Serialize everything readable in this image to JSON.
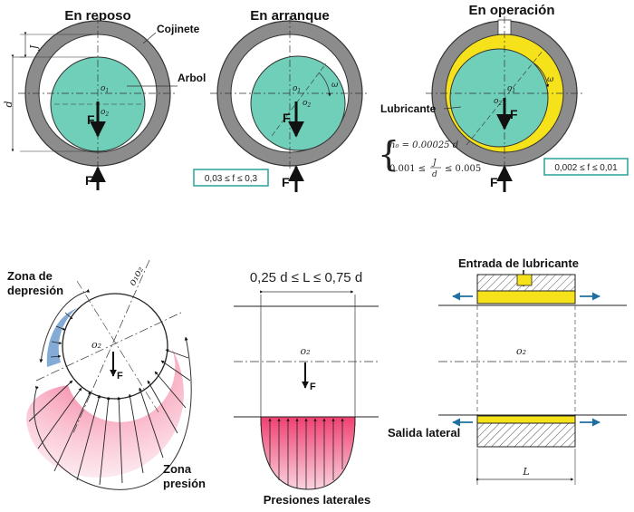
{
  "top": {
    "rest_title": "En reposo",
    "start_title": "En arranque",
    "operation_title": "En operación",
    "label_bearing": "Cojinete",
    "label_shaft": "Arbol",
    "label_lubricant": "Lubricante",
    "label_J": "J",
    "label_d": "d",
    "label_o1": "o",
    "label_o1_sub": "1",
    "label_o2": "o",
    "label_o2_sub": "2",
    "label_omega": "ω",
    "label_F": "F",
    "range_start": "0,03 ≤ f ≤ 0,3",
    "range_operation": "0,002 ≤ f ≤ 0,01",
    "formula_h0": "h₀ = 0.00025 d",
    "formula_ratio_left": "0.001 ≤",
    "formula_ratio_num": "J",
    "formula_ratio_den": "d",
    "formula_ratio_right": "≤ 0.005"
  },
  "bottom": {
    "label_depression": "Zona de",
    "label_depression_2": "depresión",
    "label_pressure": "Zona",
    "label_pressure_2": "presión",
    "label_o1o2": "o₁o₂",
    "label_o2": "o₂",
    "label_F": "F",
    "length_range": "0,25 d ≤ L ≤ 0,75 d",
    "label_lateral_pressures": "Presiones laterales",
    "label_inlet": "Entrada de lubricante",
    "label_outlet": "Salida lateral",
    "label_L": "L"
  },
  "colors": {
    "bearing_gray": "#8c8c8c",
    "shaft_teal": "#6fcfb8",
    "lubricant_yellow": "#f5e21a",
    "pressure_red": "#f04070",
    "depression_blue": "#5a8fc8",
    "range_box_border": "#2aa198",
    "flow_arrow": "#1f6fa0"
  }
}
